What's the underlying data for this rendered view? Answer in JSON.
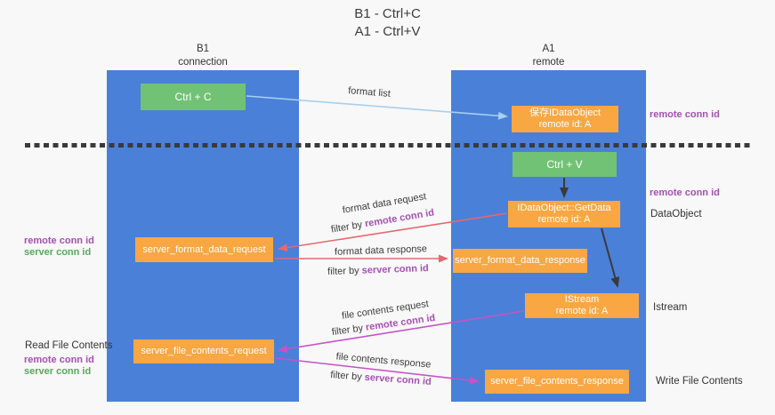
{
  "title": {
    "line1": "B1 - Ctrl+C",
    "line2": "A1 - Ctrl+V"
  },
  "lanes": {
    "left": {
      "title": "B1",
      "subtitle": "connection"
    },
    "right": {
      "title": "A1",
      "subtitle": "remote"
    }
  },
  "nodes": {
    "ctrl_c": {
      "label": "Ctrl + C"
    },
    "save_idataobject": {
      "line1": "保存IDataObject",
      "line2": "remote id: A"
    },
    "ctrl_v": {
      "label": "Ctrl + V"
    },
    "getdata": {
      "line1": "IDataObject::GetData",
      "line2": "remote id: A"
    },
    "istream": {
      "line1": "IStream",
      "line2": "remote id: A"
    },
    "server_format_data_request": {
      "label": "server_format_data_request"
    },
    "server_format_data_response": {
      "label": "server_format_data_response"
    },
    "server_file_contents_request": {
      "label": "server_file_contents_request"
    },
    "server_file_contents_response": {
      "label": "server_file_contents_response"
    }
  },
  "arrow_labels": {
    "format_list": "format list",
    "format_data_request": "format data request",
    "format_data_response": "format data response",
    "file_contents_request": "file contents request",
    "file_contents_response": "file contents response",
    "filter_by": "filter by",
    "remote_conn_id": "remote conn id",
    "server_conn_id": "server conn id"
  },
  "side_labels": {
    "remote_conn_id": "remote conn id",
    "server_conn_id": "server conn id",
    "dataobject": "DataObject",
    "istream": "Istream",
    "read_file_contents": "Read File Contents",
    "write_file_contents": "Write File Contents"
  },
  "colors": {
    "lane-blue": "#4a80d8",
    "node-green": "#72c276",
    "node-orange": "#f8a743",
    "arrow-blue": "#a9cfee",
    "arrow-red": "#e5686e",
    "arrow-magenta": "#c653c6",
    "arrow-black": "#3a3a3a",
    "text-purple": "#a64fb3",
    "text-green": "#55a95a",
    "text-dark": "#3c3c3c",
    "bg": "#f8f8f8"
  }
}
